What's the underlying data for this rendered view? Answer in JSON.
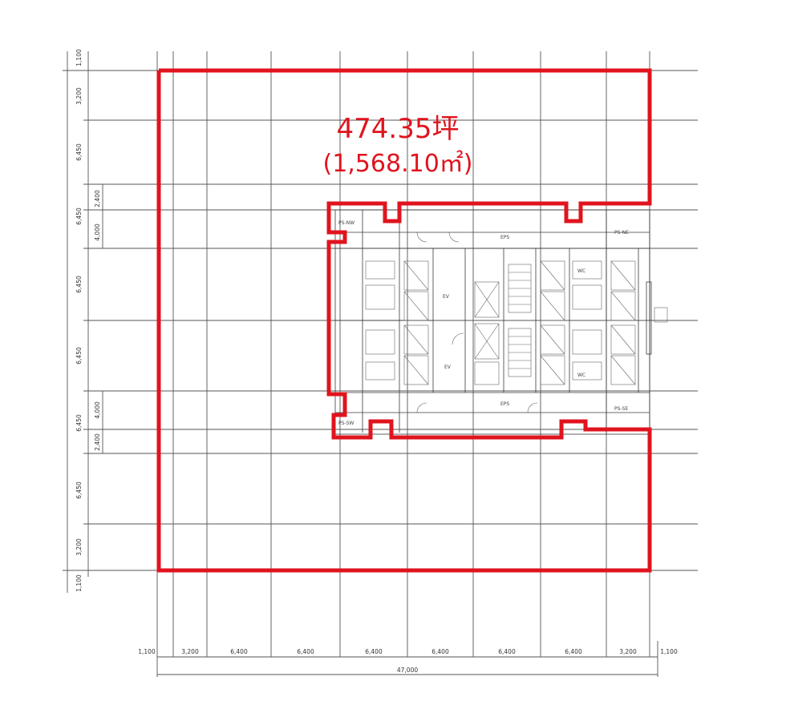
{
  "floor_area": {
    "tsubo": "474.35坪",
    "sqm": "(1,568.10㎡)"
  },
  "accent_color": "#e0141e",
  "horizontal_dims": [
    "1,100",
    "3,200",
    "6,400",
    "6,400",
    "6,400",
    "6,400",
    "6,400",
    "6,400",
    "3,200",
    "1,100"
  ],
  "horizontal_total": "47,000",
  "vertical_dims": [
    "1,100",
    "3,200",
    "6,450",
    "6,450",
    "6,450",
    "6,450",
    "6,450",
    "6,450",
    "3,200",
    "1,100"
  ],
  "vertical_sub_dims": [
    "2,400",
    "4,000",
    "4,000",
    "2,400"
  ],
  "core_labels": [
    "PS-NE",
    "PS-NW",
    "PS-SE",
    "PS-SW",
    "EV",
    "EPS",
    "EPS",
    "WC",
    "WC",
    "EV"
  ]
}
